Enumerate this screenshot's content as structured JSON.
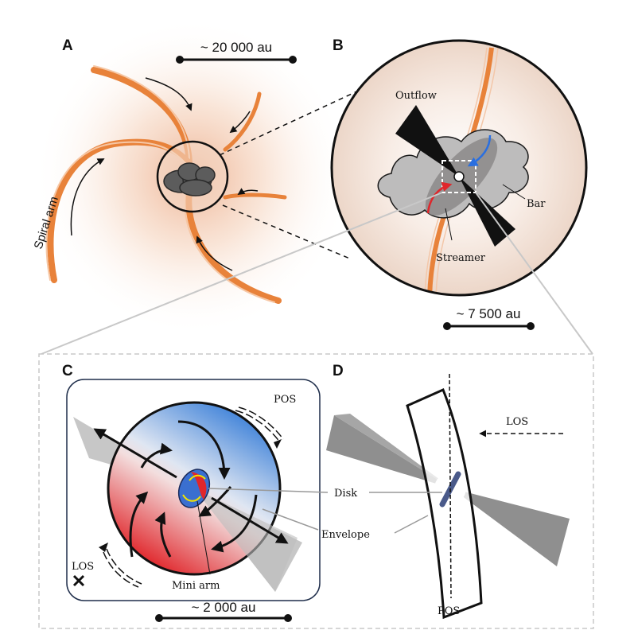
{
  "panels": {
    "a": {
      "letter": "A",
      "scale": "~ 20 000 au",
      "spiral_label": "Spiral arm"
    },
    "b": {
      "letter": "B",
      "scale": "~ 7 500 au",
      "outflow": "Outflow",
      "bar": "Bar",
      "streamer": "Streamer"
    },
    "c": {
      "letter": "C",
      "scale": "~ 2 000 au",
      "pos": "POS",
      "los": "LOS",
      "mini_arm": "Mini arm"
    },
    "d": {
      "letter": "D",
      "los": "LOS",
      "pos": "POS"
    }
  },
  "labels": {
    "disk": "Disk",
    "envelope": "Envelope"
  },
  "colors": {
    "arm": "#e8823a",
    "redshift": "#e0262b",
    "blueshift": "#3a7fd8",
    "cloud": "#5c5c5c",
    "disk_band": "#4a5a8a",
    "highlight": "#f2e300"
  }
}
